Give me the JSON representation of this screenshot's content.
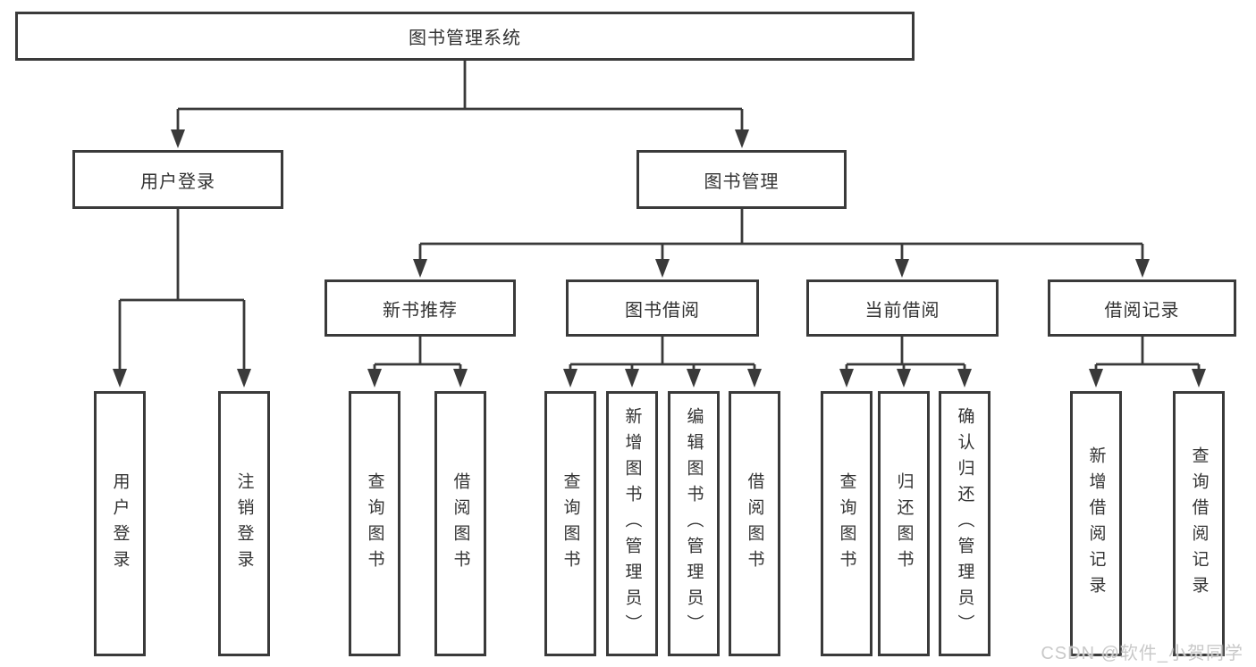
{
  "diagram": {
    "root": "图书管理系统",
    "level2": {
      "user_login": "用户登录",
      "book_mgmt": "图书管理"
    },
    "level3": {
      "new_books": "新书推荐",
      "book_borrow": "图书借阅",
      "current_borrow": "当前借阅",
      "borrow_records": "借阅记录"
    },
    "leaves": {
      "user_login": "用户登录",
      "logout": "注销登录",
      "nb_query_book": "查询图书",
      "nb_borrow_book": "借阅图书",
      "bb_query_book": "查询图书",
      "bb_add_book": "新增图书（管理员）",
      "bb_edit_book": "编辑图书（管理员）",
      "bb_borrow_book": "借阅图书",
      "cb_query_book": "查询图书",
      "cb_return_book": "归还图书",
      "cb_confirm_return": "确认归还（管理员）",
      "br_add_record": "新增借阅记录",
      "br_query_record": "查询借阅记录"
    }
  },
  "watermark": "CSDN @软件_小贺同学",
  "colors": {
    "line": "#3a3a3a",
    "box_border": "#3a3a3a",
    "text": "#333333",
    "watermark": "#c9c9c9",
    "background": "#ffffff"
  }
}
